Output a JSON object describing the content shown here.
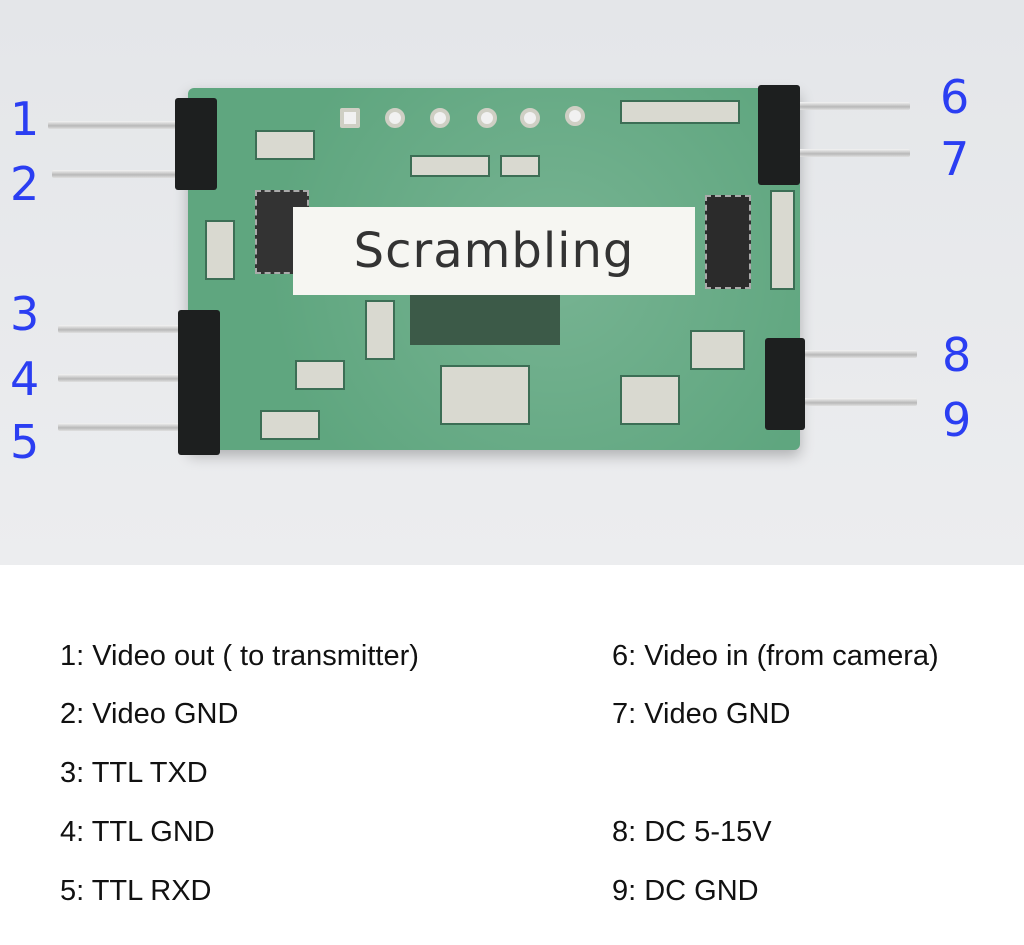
{
  "photo": {
    "sticker_text": "Scrambling",
    "pin_numbers": [
      "1",
      "2",
      "3",
      "4",
      "5",
      "6",
      "7",
      "8",
      "9"
    ],
    "label_color": "#2b3ef2",
    "board_color": "#5fa67f"
  },
  "legend": {
    "left": [
      "1: Video out ( to transmitter)",
      "2: Video GND",
      "3: TTL TXD",
      "4: TTL GND",
      "5: TTL RXD"
    ],
    "right_top": [
      "6: Video in (from camera)",
      "7: Video GND"
    ],
    "right_bottom": [
      "8: DC 5-15V",
      "9: DC GND"
    ]
  }
}
